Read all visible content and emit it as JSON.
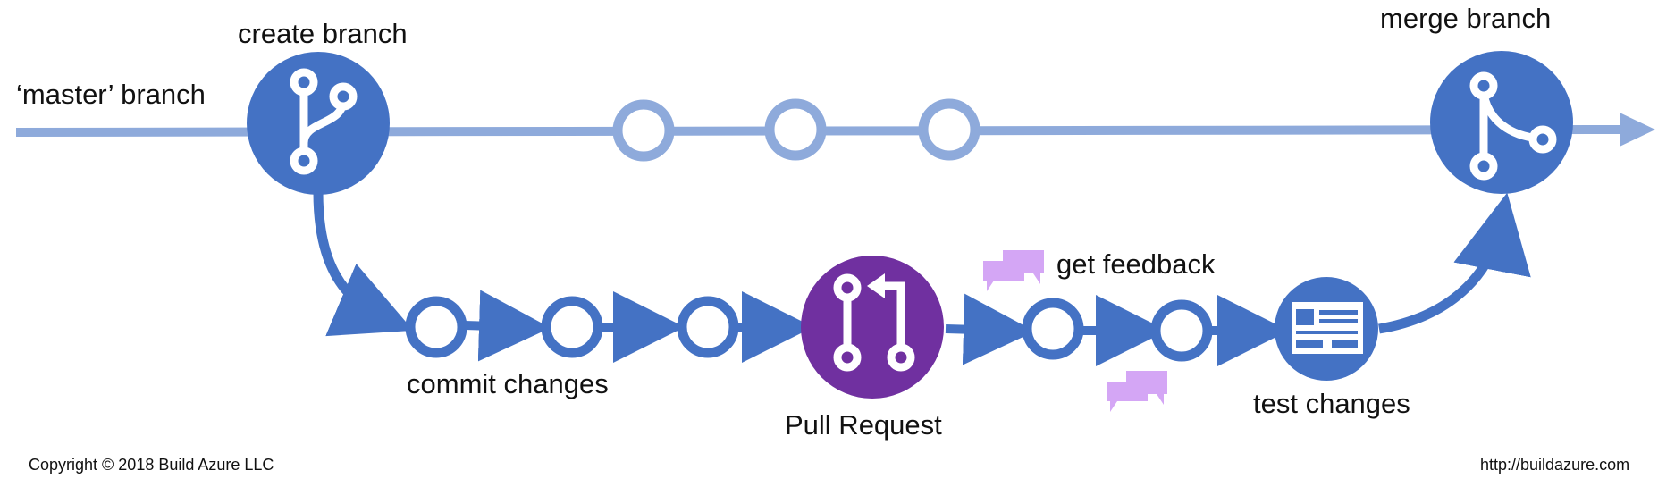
{
  "labels": {
    "master_branch": "‘master’ branch",
    "create_branch": "create branch",
    "merge_branch": "merge branch",
    "commit_changes": "commit changes",
    "pull_request": "Pull Request",
    "get_feedback": "get feedback",
    "test_changes": "test changes"
  },
  "footer": {
    "copyright": "Copyright © 2018 Build Azure LLC",
    "url": "http://buildazure.com"
  },
  "icons": {
    "create_branch": "git-branch-icon",
    "merge_branch": "git-merge-icon",
    "pull_request": "pull-request-icon",
    "test_changes": "browser-window-icon",
    "feedback": "chat-bubbles-icon"
  },
  "colors": {
    "master_line": "#8eaadb",
    "branch_blue": "#4472c4",
    "pull_request_purple": "#7030a0",
    "feedback_lilac": "#d4a6f5",
    "text": "#111111"
  }
}
